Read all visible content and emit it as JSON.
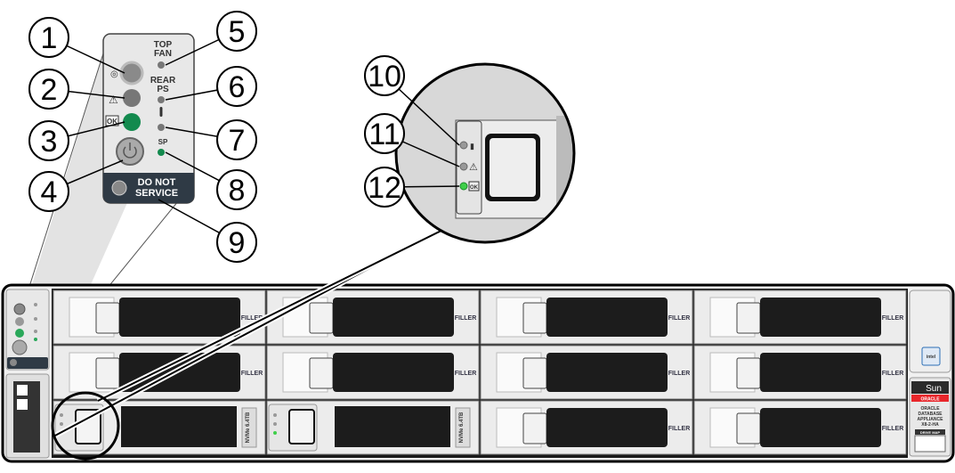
{
  "callouts": [
    "1",
    "2",
    "3",
    "4",
    "5",
    "6",
    "7",
    "8",
    "9",
    "10",
    "11",
    "12"
  ],
  "panel": {
    "top_fan": [
      "TOP",
      "FAN"
    ],
    "rear_ps": [
      "REAR",
      "PS"
    ],
    "sp": "SP",
    "ok": "OK",
    "do_not_service": [
      "DO NOT",
      "SERVICE"
    ]
  },
  "drive_led_ok": "OK",
  "drives": [
    {
      "type": "FILLER"
    },
    {
      "type": "FILLER"
    },
    {
      "type": "FILLER"
    },
    {
      "type": "FILLER"
    },
    {
      "type": "FILLER"
    },
    {
      "type": "FILLER"
    },
    {
      "type": "FILLER"
    },
    {
      "type": "FILLER"
    },
    {
      "type": "NVMe",
      "capacity": "6.4TB"
    },
    {
      "type": "NVMe",
      "capacity": "6.4TB"
    },
    {
      "type": "FILLER"
    },
    {
      "type": "FILLER"
    }
  ],
  "brand": {
    "sun": "Sun",
    "oracle": "ORACLE",
    "product": [
      "ORACLE",
      "DATABASE",
      "APPLIANCE",
      "X8-2-HA"
    ],
    "drive_map": "DRIVE MAP",
    "intel": "intel"
  },
  "colors": {
    "led_green": "#1a9a5a",
    "led_gray": "#8a8a8a",
    "panel_dark": "#2f3a45",
    "oracle_red": "#e8262b"
  }
}
